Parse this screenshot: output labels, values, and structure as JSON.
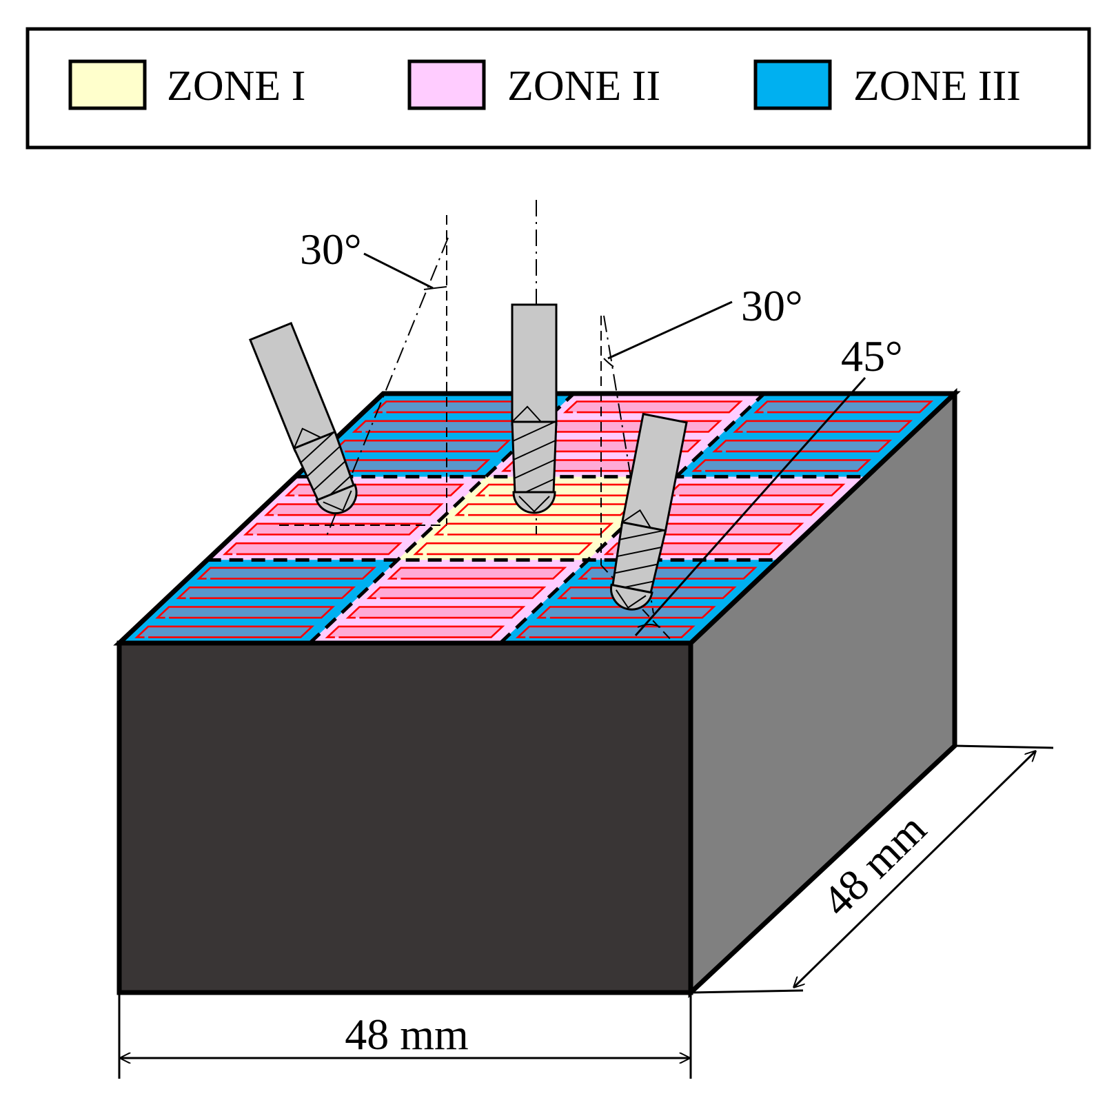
{
  "legend": {
    "items": [
      {
        "label": "ZONE I",
        "color": "#ffffcc"
      },
      {
        "label": "ZONE II",
        "color": "#ffccff"
      },
      {
        "label": "ZONE III",
        "color": "#00b0f0"
      }
    ]
  },
  "zone_grid": [
    [
      "III",
      "II",
      "III"
    ],
    [
      "II",
      "I",
      "II"
    ],
    [
      "III",
      "II",
      "III"
    ]
  ],
  "colors": {
    "toolpath": "#ff0000",
    "front_face": "#393535",
    "side_face": "#808080",
    "tool": "#c8c8c8"
  },
  "tools": [
    {
      "angle_label": "30°"
    },
    {
      "angle_label": "30°"
    },
    {
      "angle_label": "45°"
    }
  ],
  "dimensions": {
    "width": "48 mm",
    "depth": "48 mm"
  }
}
